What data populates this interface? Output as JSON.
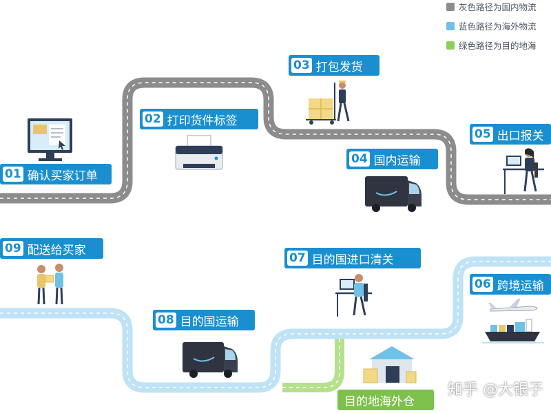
{
  "legend": [
    {
      "text": "灰色路径为国内物流",
      "color": "#8c8c8c"
    },
    {
      "text": "蓝色路径为海外物流",
      "color": "#6fc1e8"
    },
    {
      "text": "绿色路径为目的地海",
      "color": "#8ccf5a"
    }
  ],
  "steps": [
    {
      "num": "01",
      "label": "确认买家订单"
    },
    {
      "num": "02",
      "label": "打印货件标签"
    },
    {
      "num": "03",
      "label": "打包发货"
    },
    {
      "num": "04",
      "label": "国内运输"
    },
    {
      "num": "05",
      "label": "出口报关"
    },
    {
      "num": "06",
      "label": "跨境运输"
    },
    {
      "num": "07",
      "label": "目的国进口清关"
    },
    {
      "num": "08",
      "label": "目的国运输"
    },
    {
      "num": "09",
      "label": "配送给买家"
    }
  ],
  "warehouse_label": "目的地海外仓",
  "watermark": "知乎 @大银子",
  "colors": {
    "gray_road": "#8c8c8c",
    "blue_road": "#bfe3f5",
    "green_road": "#b5e08c",
    "label_blue": "#1a8fd0",
    "label_green": "#7dc04b"
  }
}
